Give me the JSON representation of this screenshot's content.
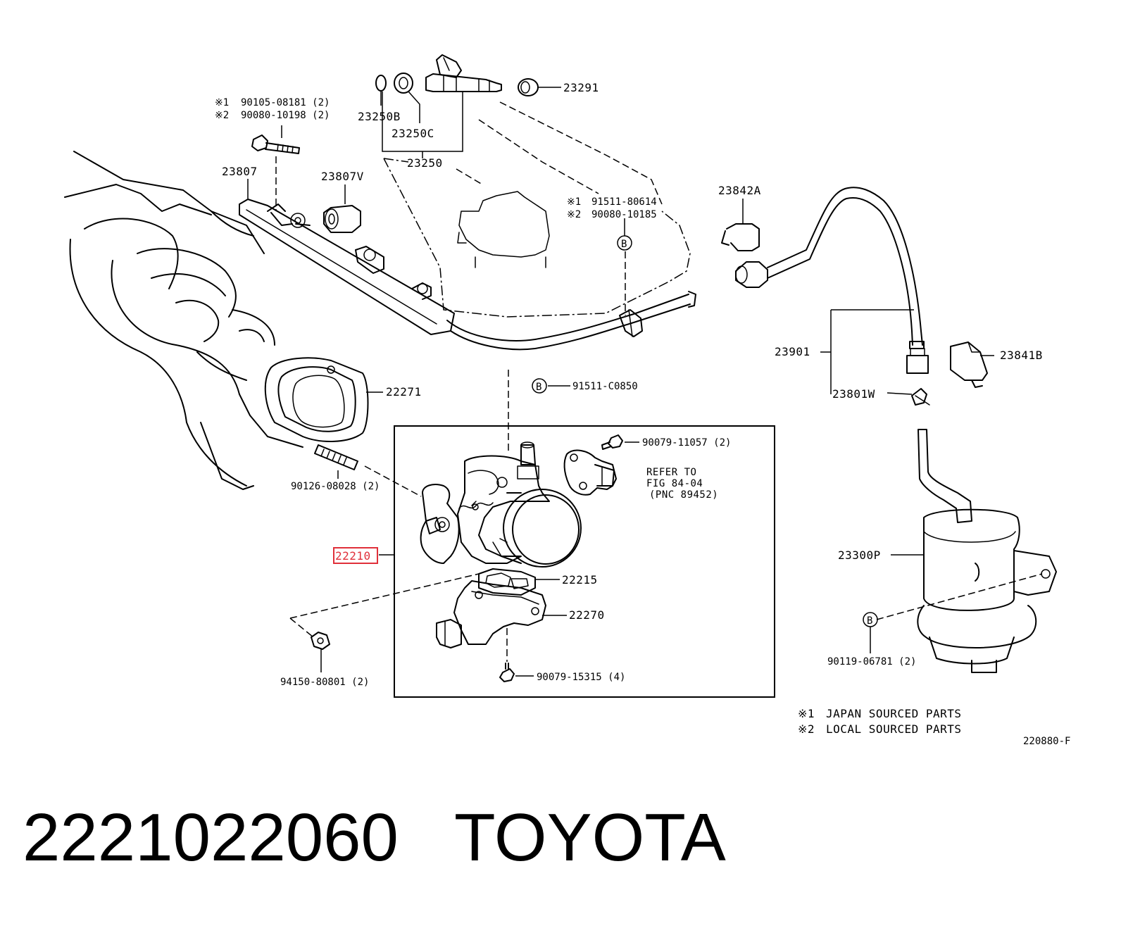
{
  "diagram_code": "220880-F",
  "labels": {
    "l23291": "23291",
    "l23250B": "23250B",
    "l23250C": "23250C",
    "l23250": "23250",
    "l23807": "23807",
    "l23807V": "23807V",
    "l23842A": "23842A",
    "l23901": "23901",
    "l23841B": "23841B",
    "l23801W": "23801W",
    "l22271": "22271",
    "l91511C0850": "91511-C0850",
    "l9007911057": "90079-11057 (2)",
    "l9012608028": "90126-08028 (2)",
    "l22210": "22210",
    "l22215": "22215",
    "l22270": "22270",
    "l23300P": "23300P",
    "l9007915315": "90079-15315 (4)",
    "l9415080801": "94150-80801 (2)",
    "l9011906781": "90119-06781 (2)",
    "bolt_note_1_part": "90105-08181 (2)",
    "bolt_note_2_part": "90080-10198 (2)",
    "inj_note_1_part": "91511-80614",
    "inj_note_2_part": "90080-10185",
    "refer_line1": "REFER TO",
    "refer_line2": "FIG 84-04",
    "refer_line3": "(PNC 89452)",
    "b_marker": "B"
  },
  "notes": {
    "mark1": "※1",
    "mark2": "※2",
    "legend1_text": "JAPAN SOURCED PARTS",
    "legend2_text": "LOCAL SOURCED PARTS"
  },
  "footer": {
    "part_number": "2221022060",
    "brand": "TOYOTA"
  },
  "colors": {
    "highlight": "#e0303a",
    "ink": "#000000"
  }
}
